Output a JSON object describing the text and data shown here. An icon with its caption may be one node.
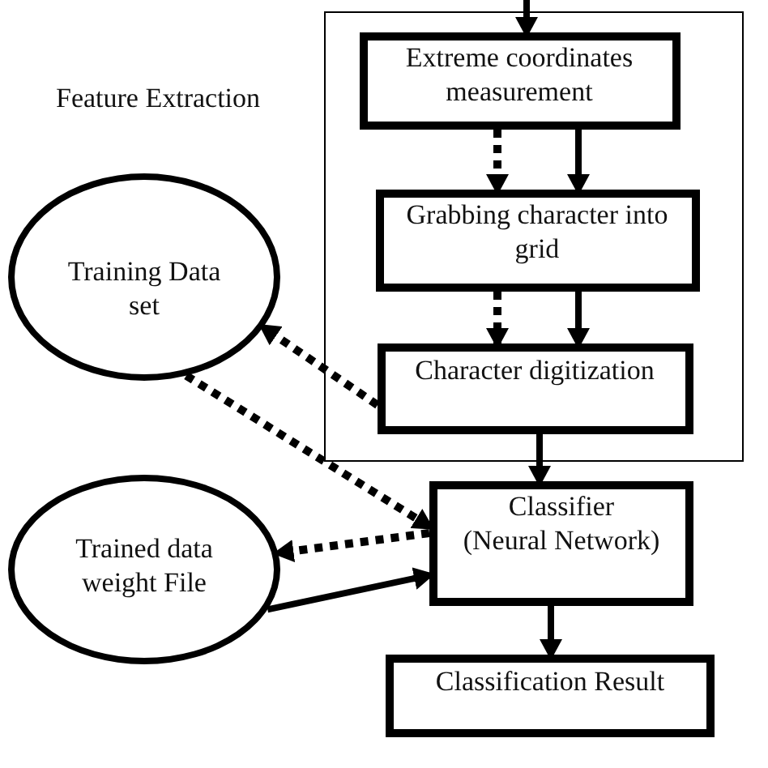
{
  "diagram": {
    "nodes": [
      {
        "text": [
          "Feature Extraction"
        ]
      },
      {
        "text": [
          "Extreme coordinates measurement"
        ],
        "in": 0
      },
      {
        "text": [
          "Grabbing character into grid"
        ],
        "in": 0
      },
      {
        "text": [
          "Character digitization"
        ],
        "in": 0
      },
      {
        "text": [
          "Training Data set"
        ]
      },
      {
        "text": [
          "Classifier",
          "(Neural Network)"
        ]
      },
      {
        "text": [
          "Trained data weight File"
        ]
      },
      {
        "text": [
          "Classification Result"
        ]
      }
    ],
    "edges": [
      {
        "from": null,
        "to": 1,
        "arrow": "to"
      },
      {
        "from": 1,
        "to": 2,
        "arrow": "to",
        "style": "dashed"
      },
      {
        "from": 1,
        "to": 2,
        "arrow": "to"
      },
      {
        "from": 2,
        "to": 3,
        "arrow": "to",
        "style": "dashed"
      },
      {
        "from": 2,
        "to": 3,
        "arrow": "to"
      },
      {
        "from": 3,
        "to": 4,
        "arrow": "to",
        "style": "dashed"
      },
      {
        "from": 4,
        "to": 5,
        "arrow": "to",
        "style": "dashed"
      },
      {
        "from": 5,
        "to": 6,
        "arrow": "to",
        "style": "dashed"
      },
      {
        "from": 6,
        "to": 5,
        "arrow": "to"
      },
      {
        "from": 3,
        "to": 5,
        "arrow": "to"
      },
      {
        "from": 5,
        "to": 7,
        "arrow": "to"
      }
    ]
  }
}
